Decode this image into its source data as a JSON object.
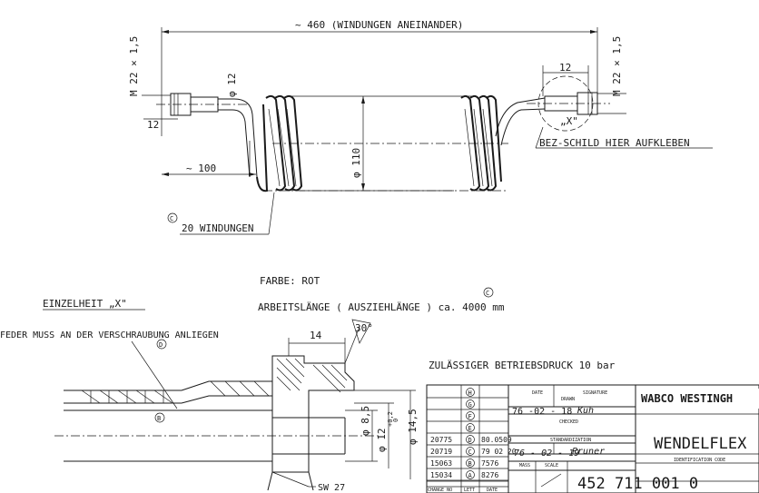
{
  "top": {
    "overall_length": "~ 460 (WINDUNGEN ANEINANDER)",
    "thread_left": "M 22 × 1,5",
    "thread_right": "M 22 × 1,5",
    "dia_12_left": "φ 12",
    "dim_12_left": "12",
    "dim_12_right": "12",
    "dim_100": "~ 100",
    "dia_110": "φ 110",
    "detail_mark": "„X\"",
    "label_instruction": "BEZ-SCHILD HIER AUFKLEBEN",
    "windings": "20 WINDUNGEN",
    "rev_c": "C"
  },
  "notes": {
    "farbe": "FARBE:  ROT",
    "arbeitslaenge": "ARBEITSLÄNGE ( AUSZIEHLÄNGE )  ca. 4000 mm",
    "rev_c": "C",
    "einzelheit": "EINZELHEIT „X\"",
    "feder": "FEDER  MUSS  AN  DER  VERSCHRAUBUNG  ANLIEGEN",
    "rev_d": "D",
    "rev_b": "B",
    "druck": "ZULÄSSIGER  BETRIEBSDRUCK  10 bar"
  },
  "detail": {
    "dim_14": "14",
    "angle": "30°",
    "dia_85": "φ 8,5",
    "dia_12_tol": "φ 12",
    "tol_plus": "+0,2",
    "tol_zero": "0",
    "dia_145": "φ 14,5",
    "sw": "SW 27"
  },
  "title_block": {
    "revisions": [
      {
        "change_no": "",
        "letter": "H",
        "date": ""
      },
      {
        "change_no": "",
        "letter": "G",
        "date": ""
      },
      {
        "change_no": "",
        "letter": "F",
        "date": ""
      },
      {
        "change_no": "",
        "letter": "E",
        "date": ""
      },
      {
        "change_no": "20775",
        "letter": "D",
        "date": "80.0509"
      },
      {
        "change_no": "20719",
        "letter": "C",
        "date": "79 02 20"
      },
      {
        "change_no": "15063",
        "letter": "B",
        "date": "7576"
      },
      {
        "change_no": "15034",
        "letter": "A",
        "date": "8276"
      }
    ],
    "col_change_no": "CHANGE NO",
    "col_lett": "LETT",
    "col_date": "DATE",
    "hdr_date": "DATE",
    "hdr_signature": "SIGNATURE",
    "hdr_drawn": "DRAWN",
    "drawn_date": "76 -02 - 18",
    "drawn_sig": "Kuh",
    "hdr_checked": "CHECKED",
    "hdr_std": "STANDARDIZATION",
    "std_date": "76 - 02 - 19",
    "std_sig": "Pruner",
    "hdr_mass": "MASS",
    "hdr_scale": "SCALE",
    "company": "WABCO WESTINGH",
    "product": "WENDELFLEX",
    "id_label": "IDENTIFICATION CODE",
    "part_number": "452  711  001  0"
  }
}
